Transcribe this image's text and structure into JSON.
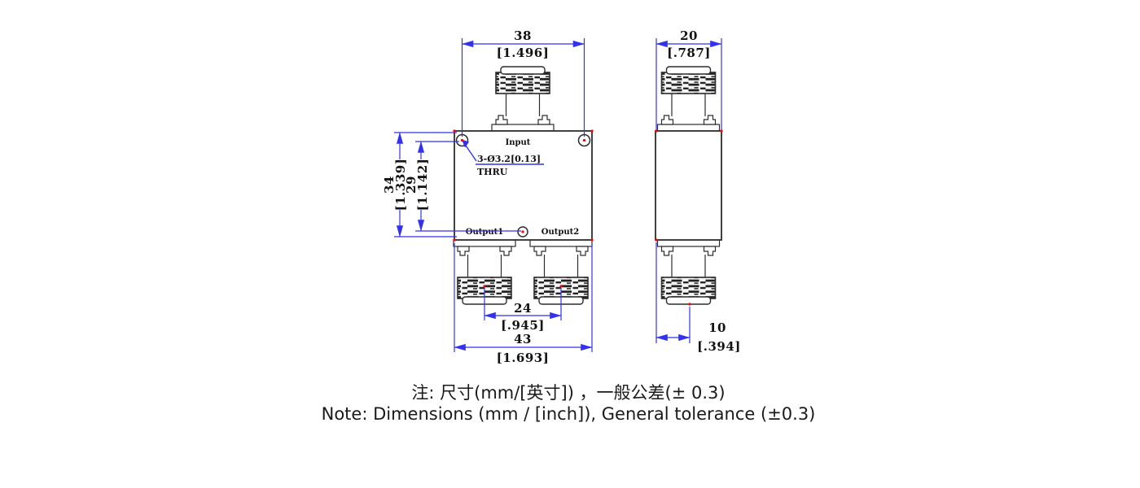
{
  "front_view": {
    "input_label": "Input",
    "output1_label": "Output1",
    "output2_label": "Output2",
    "hole_callout": "3-Ø3.2[0.13]",
    "hole_callout_thru": "THRU",
    "dim_hole_spacing_mm": "38",
    "dim_hole_spacing_in": "[1.496]",
    "dim_height_mm": "34",
    "dim_height_in": "[1.339]",
    "dim_hole_height_mm": "29",
    "dim_hole_height_in": "[1.142]",
    "dim_output_spacing_mm": "24",
    "dim_output_spacing_in": "[.945]",
    "dim_width_mm": "43",
    "dim_width_in": "[1.693]"
  },
  "side_view": {
    "dim_depth_mm": "20",
    "dim_depth_in": "[.787]",
    "dim_connector_offset_mm": "10",
    "dim_connector_offset_in": "[.394]"
  },
  "notes": {
    "zh": "注: 尺寸(mm/[英寸]) ，一般公差(± 0.3)",
    "en": "Note: Dimensions (mm / [inch]), General tolerance (±0.3)"
  },
  "colors": {
    "dimension_blue": "#3232ee",
    "drawing_line": "#2d2d2d",
    "marker_red": "#ff0000"
  }
}
